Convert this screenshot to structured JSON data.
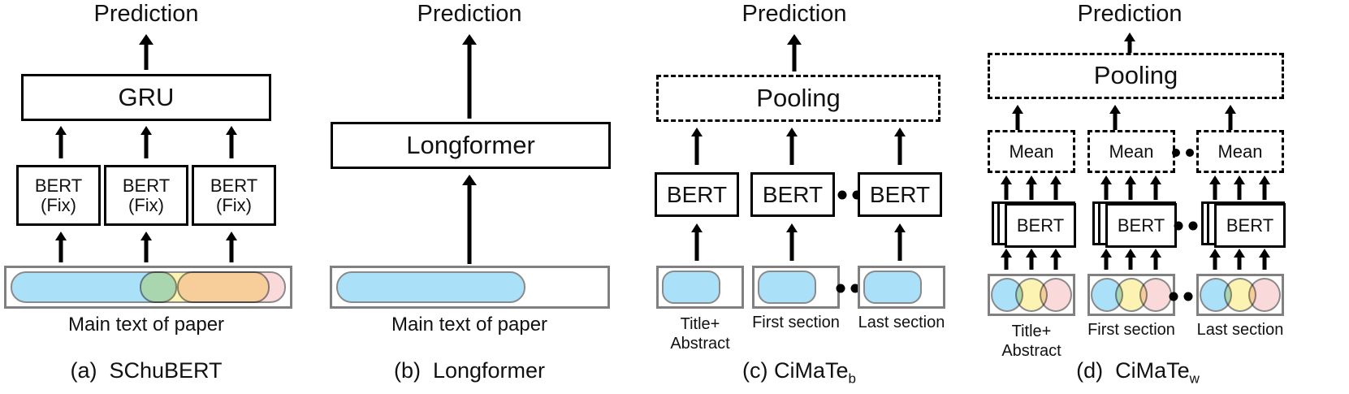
{
  "figure": {
    "prediction_label": "Prediction",
    "main_text_label": "Main text of paper",
    "section_labels": {
      "title_abstract_line1": "Title+",
      "title_abstract_line2": "Abstract",
      "first_section": "First section",
      "last_section": "Last section"
    },
    "ellipsis": "•••"
  },
  "panels": [
    {
      "id": "a",
      "caption_index": "(a)",
      "caption_name": "SChuBERT",
      "caption_sub": "",
      "aggregator": "GRU",
      "encoder_label_line1": "BERT",
      "encoder_label_line2": "(Fix)",
      "input_label": "Main text of paper"
    },
    {
      "id": "b",
      "caption_index": "(b)",
      "caption_name": "Longformer",
      "caption_sub": "",
      "aggregator": "Longformer",
      "input_label": "Main text of paper"
    },
    {
      "id": "c",
      "caption_index": "(c)",
      "caption_name": "CiMaTe",
      "caption_sub": "b",
      "aggregator": "Pooling",
      "encoder_label": "BERT"
    },
    {
      "id": "d",
      "caption_index": "(d)",
      "caption_name": "CiMaTe",
      "caption_sub": "w",
      "aggregator": "Pooling",
      "mean_label": "Mean",
      "encoder_label": "BERT"
    }
  ],
  "colors": {
    "blue": "#abe0f9",
    "yellow": "#fcf3b3",
    "pink": "#fad9da",
    "stroke_black": "#000000",
    "stroke_gray": "#808080",
    "background": "#ffffff"
  }
}
